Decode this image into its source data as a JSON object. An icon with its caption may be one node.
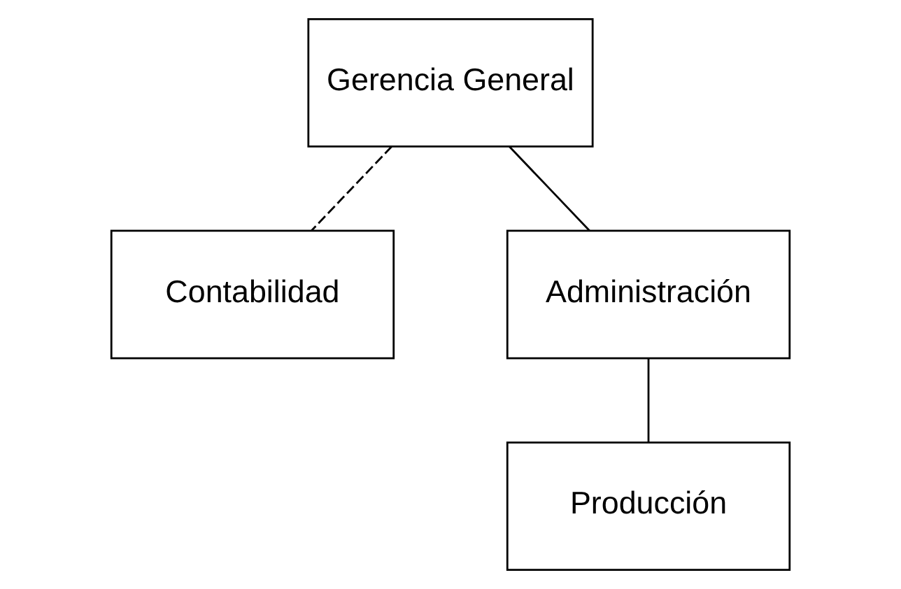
{
  "diagram": {
    "nodes": [
      {
        "text": [
          "Gerencia General"
        ]
      },
      {
        "text": [
          "Contabilidad"
        ]
      },
      {
        "text": [
          "Administración"
        ]
      },
      {
        "text": [
          "Producción"
        ]
      }
    ],
    "edges": [
      {
        "from": 0,
        "to": 2,
        "arrow": "none"
      },
      {
        "from": 0,
        "to": 1,
        "arrow": "none",
        "style": "dashed"
      },
      {
        "from": 2,
        "to": 3,
        "arrow": "none"
      }
    ]
  }
}
